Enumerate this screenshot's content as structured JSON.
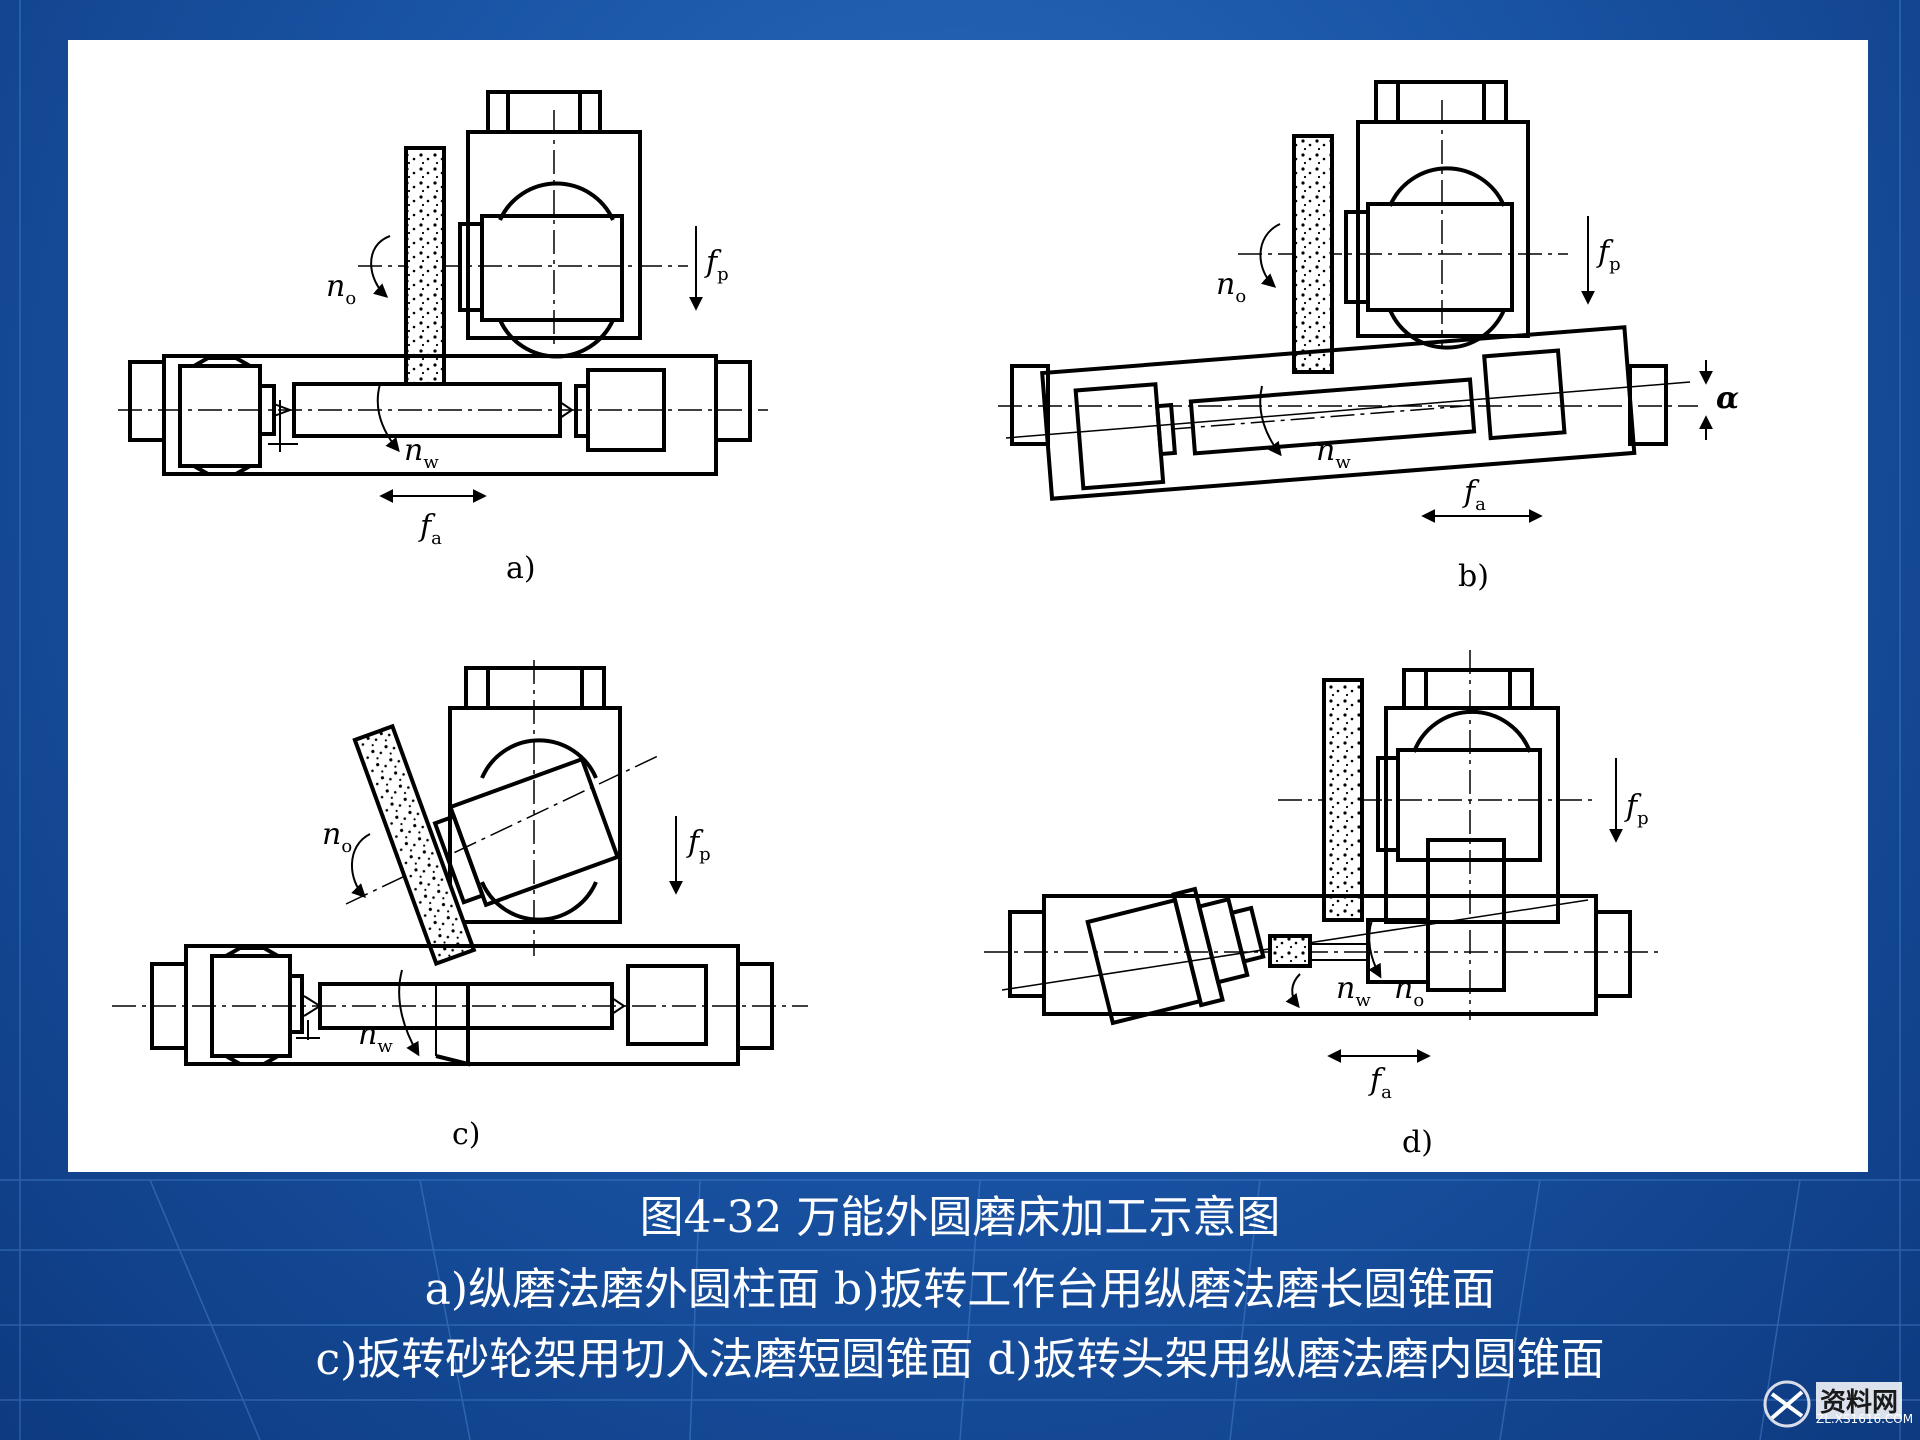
{
  "figure": {
    "sub_labels": [
      "a)",
      "b)",
      "c)",
      "d)"
    ],
    "symbols": {
      "n_o": {
        "base": "n",
        "sub": "o"
      },
      "n_w": {
        "base": "n",
        "sub": "w"
      },
      "f_p": {
        "base": "f",
        "sub": "p"
      },
      "f_a": {
        "base": "f",
        "sub": "a"
      },
      "alpha": "α"
    }
  },
  "caption": {
    "title": "图4-32  万能外圆磨床加工示意图",
    "line_ab": "a)纵磨法磨外圆柱面  b)扳转工作台用纵磨法磨长圆锥面",
    "line_cd": "c)扳转砂轮架用切入法磨短圆锥面  d)扳转头架用纵磨法磨内圆锥面"
  },
  "watermark": {
    "logo_text": "资料网",
    "site": "ZL.XS1616.COM"
  }
}
